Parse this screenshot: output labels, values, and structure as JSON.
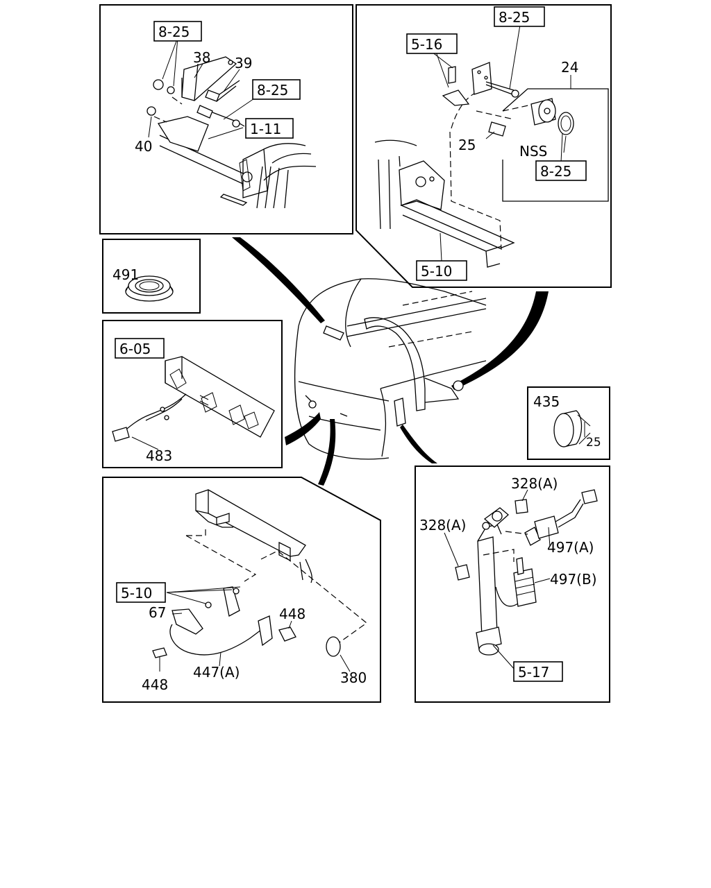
{
  "diagram": {
    "panels": {
      "top_left": {
        "boxed_refs": [
          "8-25",
          "8-25",
          "1-11"
        ],
        "labels": [
          "38",
          "39",
          "40"
        ]
      },
      "top_right": {
        "boxed_refs": [
          "8-25",
          "5-16",
          "8-25",
          "5-10"
        ],
        "labels": [
          "24",
          "25",
          "NSS"
        ]
      },
      "seal": {
        "labels": [
          "491"
        ]
      },
      "switch_panel": {
        "boxed_refs": [
          "6-05"
        ],
        "labels": [
          "483"
        ]
      },
      "plug": {
        "labels": [
          "435",
          "25"
        ]
      },
      "bottom_left": {
        "boxed_refs": [
          "5-10"
        ],
        "labels": [
          "67",
          "448",
          "448",
          "447(A)",
          "380"
        ]
      },
      "bottom_right": {
        "boxed_refs": [
          "5-17"
        ],
        "labels": [
          "328(A)",
          "328(A)",
          "497(A)",
          "497(B)"
        ]
      }
    }
  }
}
